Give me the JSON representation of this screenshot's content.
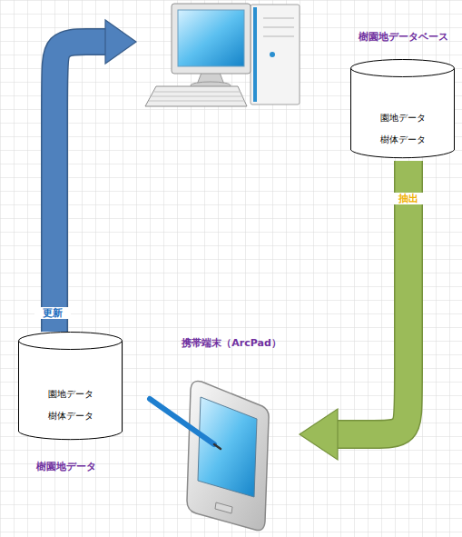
{
  "diagram": {
    "nodes": [
      {
        "text": []
      },
      {
        "text": [
          "樹園地データベース",
          "園地データ",
          "樹体データ"
        ]
      },
      {
        "text": [
          "園地データ",
          "樹体データ",
          "樹園地データ"
        ]
      },
      {
        "text": [
          "携帯端末（ArcPad）"
        ]
      }
    ],
    "edges": [
      {
        "from": 1,
        "to": 3,
        "label": "抽出",
        "arrow": "to"
      },
      {
        "from": 2,
        "to": 0,
        "label": "更新",
        "arrow": "to"
      }
    ]
  }
}
